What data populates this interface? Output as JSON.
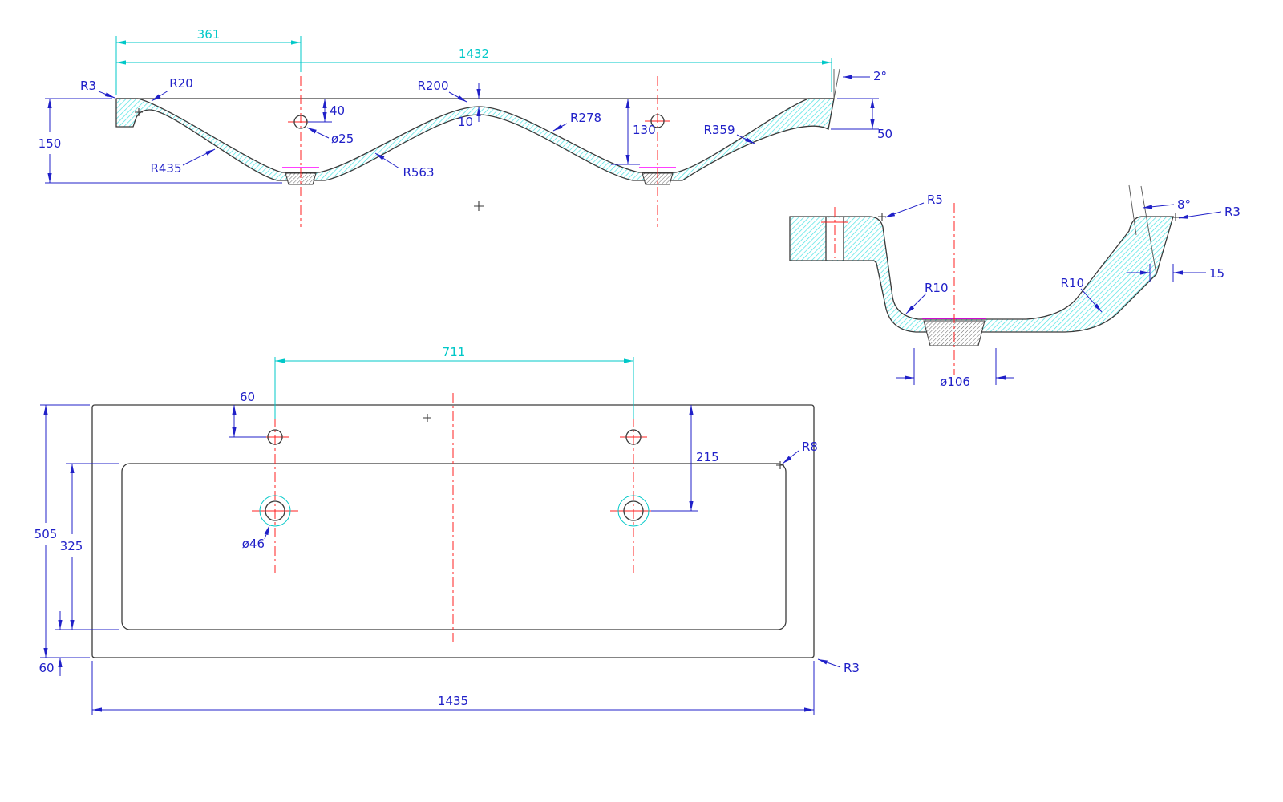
{
  "drawing_type": "CAD technical drawing - double basin washbasin, three orthographic views",
  "colors": {
    "dimension_blue": "#2020c8",
    "dimension_cyan": "#00c8c8",
    "centerline_red": "#ff2020",
    "drain_magenta": "#ff00ff",
    "outline_dark": "#3a3a3a",
    "hatch_cyan": "#49e3e3",
    "background": "#ffffff"
  },
  "front_view": {
    "labels": {
      "dim_361": "361",
      "dim_1432": "1432",
      "angle_2": "2°",
      "r3_top_left": "R3",
      "r20": "R20",
      "dim_150": "150",
      "dim_40": "40",
      "dia_25": "ø25",
      "r200": "R200",
      "dim_10": "10",
      "r278": "R278",
      "dim_130": "130",
      "r359": "R359",
      "dim_50": "50",
      "r435": "R435",
      "r563": "R563"
    }
  },
  "section_view": {
    "labels": {
      "r5": "R5",
      "angle_8": "8°",
      "r3": "R3",
      "dim_15": "15",
      "r10_left": "R10",
      "r10_right": "R10",
      "dia_106": "ø106"
    }
  },
  "plan_view": {
    "labels": {
      "dim_711": "711",
      "dim_60_top": "60",
      "dim_215": "215",
      "r8": "R8",
      "dim_505": "505",
      "dim_325": "325",
      "dia_46": "ø46",
      "dim_60_bottom": "60",
      "dim_1435": "1435",
      "r3": "R3"
    }
  }
}
